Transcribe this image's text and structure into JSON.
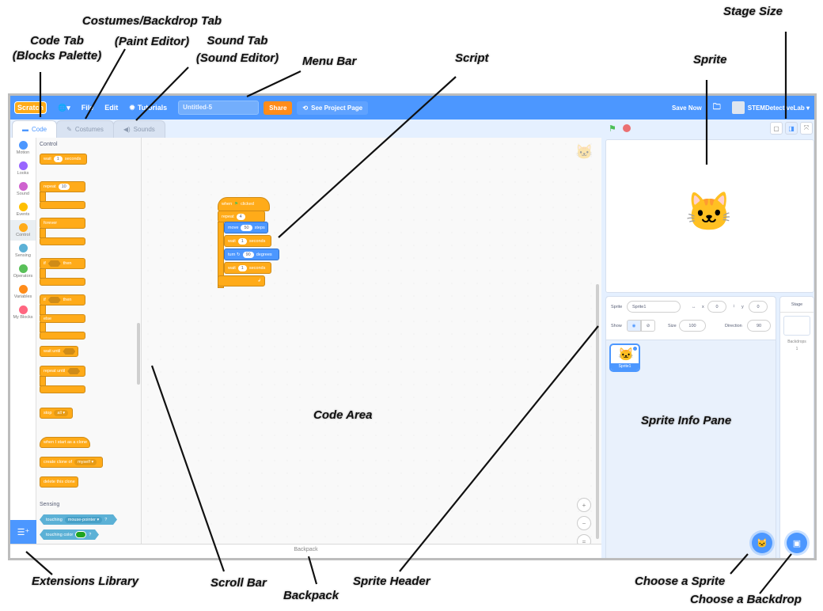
{
  "annotations": {
    "code_tab": [
      "Code Tab",
      "(Blocks Palette)"
    ],
    "costumes_tab": [
      "Costumes/Backdrop Tab",
      "(Paint Editor)"
    ],
    "sound_tab": [
      "Sound Tab",
      "(Sound Editor)"
    ],
    "menu_bar": "Menu Bar",
    "script": "Script",
    "sprite": "Sprite",
    "stage_size": "Stage Size",
    "code_area": "Code Area",
    "sprite_info_pane": "Sprite Info Pane",
    "extensions_library": "Extensions Library",
    "scroll_bar": "Scroll Bar",
    "backpack": "Backpack",
    "sprite_header": "Sprite Header",
    "choose_sprite": "Choose a Sprite",
    "choose_backdrop": "Choose a Backdrop"
  },
  "menubar": {
    "logo": "Scratch",
    "globe_icon": "🌐▾",
    "file": "File",
    "edit": "Edit",
    "tutorials": "Tutorials",
    "project_title": "Untitled-5",
    "share": "Share",
    "see_project": "See Project Page",
    "save_now": "Save Now",
    "username": "STEMDetectiveLab ▾",
    "colors": {
      "bar": "#4c97ff",
      "share": "#ff8c1a"
    }
  },
  "tabs": [
    {
      "label": "Code",
      "icon": "▬"
    },
    {
      "label": "Costumes",
      "icon": "✎"
    },
    {
      "label": "Sounds",
      "icon": "◀)"
    }
  ],
  "categories": [
    {
      "label": "Motion",
      "color": "#4c97ff"
    },
    {
      "label": "Looks",
      "color": "#9966ff"
    },
    {
      "label": "Sound",
      "color": "#cf63cf"
    },
    {
      "label": "Events",
      "color": "#ffbf00"
    },
    {
      "label": "Control",
      "color": "#ffab19"
    },
    {
      "label": "Sensing",
      "color": "#5cb1d6"
    },
    {
      "label": "Operators",
      "color": "#59c059"
    },
    {
      "label": "Variables",
      "color": "#ff8c1a"
    },
    {
      "label": "My Blocks",
      "color": "#ff6680"
    }
  ],
  "palette": {
    "control_heading": "Control",
    "sensing_heading": "Sensing",
    "wait": {
      "label": "wait",
      "value": "1",
      "suffix": "seconds"
    },
    "repeat": {
      "label": "repeat",
      "value": "10"
    },
    "forever": "forever",
    "if_then": {
      "label": "if",
      "suffix": "then"
    },
    "if_else": {
      "label": "if",
      "suffix": "then",
      "else": "else"
    },
    "wait_until": "wait until",
    "repeat_until": "repeat until",
    "stop": {
      "label": "stop",
      "value": "all ▾"
    },
    "when_clone": "when I start as a clone",
    "create_clone": {
      "label": "create clone of",
      "value": "myself ▾"
    },
    "delete_clone": "delete this clone",
    "touching": {
      "label": "touching",
      "value": "mouse-pointer ▾",
      "suffix": "?"
    },
    "touching_color": {
      "label": "touching color",
      "suffix": "?"
    }
  },
  "script": {
    "hat": {
      "label": "when",
      "suffix": "clicked"
    },
    "repeat": {
      "label": "repeat",
      "value": "4"
    },
    "move": {
      "label": "move",
      "value": "50",
      "suffix": "steps"
    },
    "wait1": {
      "label": "wait",
      "value": "1",
      "suffix": "seconds"
    },
    "turn": {
      "label": "turn ↻",
      "value": "90",
      "suffix": "degrees"
    },
    "wait2": {
      "label": "wait",
      "value": "1",
      "suffix": "seconds"
    }
  },
  "code_area": {
    "zoom_in": "+",
    "zoom_out": "−",
    "reset": "="
  },
  "backpack_label": "Backpack",
  "sprite_info": {
    "sprite_label": "Sprite",
    "sprite_name": "Sprite1",
    "x_label": "x",
    "x_value": "0",
    "y_label": "y",
    "y_value": "0",
    "show_label": "Show",
    "size_label": "Size",
    "size_value": "100",
    "direction_label": "Direction",
    "direction_value": "90"
  },
  "sprite_list": [
    {
      "name": "Sprite1",
      "selected": true
    }
  ],
  "stage_pane": {
    "title": "Stage",
    "backdrops_label": "Backdrops",
    "backdrops_count": "1"
  }
}
